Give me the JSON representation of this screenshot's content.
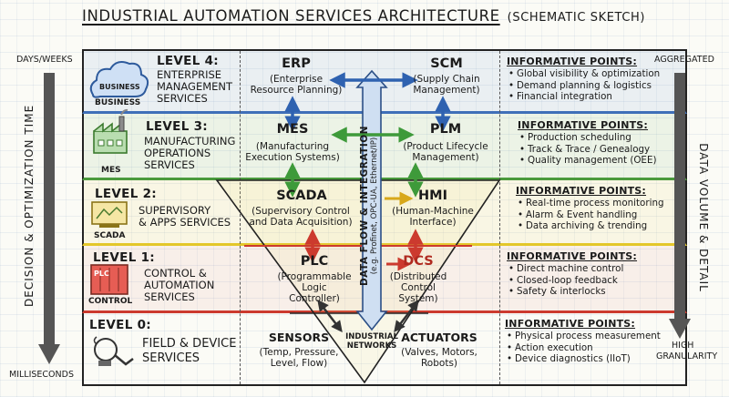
{
  "header": {
    "title": "INDUSTRIAL AUTOMATION SERVICES ARCHITECTURE",
    "subtitle": "(SCHEMATIC SKETCH)"
  },
  "left_axis": {
    "top": "DAYS/WEEKS",
    "label": "DECISION & OPTIMIZATION TIME",
    "bottom": "MILLISECONDS"
  },
  "right_axis": {
    "top": "AGGREGATED",
    "label": "DATA VOLUME & DETAIL",
    "bottom_1": "HIGH",
    "bottom_2": "GRANULARITY"
  },
  "central": {
    "label_1": "DATA FLOW & INTEGRATION",
    "label_2": "(e.g. Profinet, OPC-UA, Ethernet/IP)",
    "network_1": "INDUSTRIAL",
    "network_2": "NETWORKS"
  },
  "levels": [
    {
      "title": "LEVEL 4:",
      "desc_1": "ENTERPRISE",
      "desc_2": "MANAGEMENT",
      "desc_3": "SERVICES",
      "icon_text": "BUSINESS",
      "icon_label": "BUSINESS",
      "color": "#3f6fb8",
      "left": {
        "name": "ERP",
        "desc_1": "(Enterprise",
        "desc_2": "Resource Planning)",
        "desc_3": ""
      },
      "right": {
        "name": "SCM",
        "desc_1": "(Supply Chain",
        "desc_2": "Management)",
        "desc_3": ""
      },
      "info_title": "INFORMATIVE POINTS:",
      "points": [
        "Global visibility & optimization",
        "Demand planning & logistics",
        "Financial integration"
      ]
    },
    {
      "title": "LEVEL 3:",
      "desc_1": "MANUFACTURING",
      "desc_2": "OPERATIONS",
      "desc_3": "SERVICES",
      "icon_label": "MES",
      "color": "#4a9a3c",
      "left": {
        "name": "MES",
        "desc_1": "(Manufacturing",
        "desc_2": "Execution Systems)",
        "desc_3": ""
      },
      "right": {
        "name": "PLM",
        "desc_1": "(Product Lifecycle",
        "desc_2": "Management)",
        "desc_3": ""
      },
      "info_title": "INFORMATIVE POINTS:",
      "points": [
        "Production scheduling",
        "Track & Trace / Genealogy",
        "Quality management (OEE)"
      ]
    },
    {
      "title": "LEVEL 2:",
      "desc_1": "SUPERVISORY",
      "desc_2": "& APPS SERVICES",
      "desc_3": "",
      "icon_label": "SCADA",
      "color": "#e3c72a",
      "left": {
        "name": "SCADA",
        "desc_1": "(Supervisory Control",
        "desc_2": "and Data Acquisition)",
        "desc_3": ""
      },
      "right": {
        "name": "HMI",
        "desc_1": "(Human-Machine",
        "desc_2": "Interface)",
        "desc_3": ""
      },
      "info_title": "INFORMATIVE POINTS:",
      "points": [
        "Real-time process monitoring",
        "Alarm & Event handling",
        "Data archiving & trending"
      ]
    },
    {
      "title": "LEVEL 1:",
      "desc_1": "CONTROL &",
      "desc_2": "AUTOMATION",
      "desc_3": "SERVICES",
      "icon_label": "CONTROL",
      "icon_text": "PLC",
      "color": "#cc3a2e",
      "left": {
        "name": "PLC",
        "desc_1": "(Programmable",
        "desc_2": "Logic",
        "desc_3": "Controller)"
      },
      "right": {
        "name": "DCS",
        "desc_1": "(Distributed",
        "desc_2": "Control",
        "desc_3": "System)"
      },
      "info_title": "INFORMATIVE POINTS:",
      "points": [
        "Direct machine control",
        "Closed-loop feedback",
        "Safety & interlocks"
      ]
    },
    {
      "title": "LEVEL 0:",
      "desc_1": "FIELD & DEVICE",
      "desc_2": "SERVICES",
      "desc_3": "",
      "icon_label": "",
      "color": "#444444",
      "left": {
        "name": "SENSORS",
        "desc_1": "(Temp, Pressure,",
        "desc_2": "Level, Flow)",
        "desc_3": ""
      },
      "right": {
        "name": "ACTUATORS",
        "desc_1": "(Valves, Motors,",
        "desc_2": "Robots)",
        "desc_3": ""
      },
      "info_title": "INFORMATIVE POINTS:",
      "points": [
        "Physical process measurement",
        "Action execution",
        "Device diagnostics (IIoT)"
      ]
    }
  ]
}
